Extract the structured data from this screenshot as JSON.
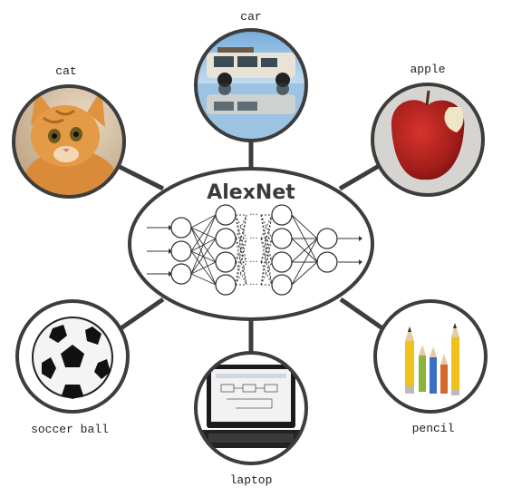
{
  "center": {
    "title": "AlexNet"
  },
  "classes": [
    {
      "id": "cat",
      "label": "cat"
    },
    {
      "id": "car",
      "label": "car"
    },
    {
      "id": "apple",
      "label": "apple"
    },
    {
      "id": "soccer-ball",
      "label": "soccer ball"
    },
    {
      "id": "laptop",
      "label": "laptop"
    },
    {
      "id": "pencil",
      "label": "pencil"
    }
  ],
  "colors": {
    "line": "#3d3d3d"
  }
}
